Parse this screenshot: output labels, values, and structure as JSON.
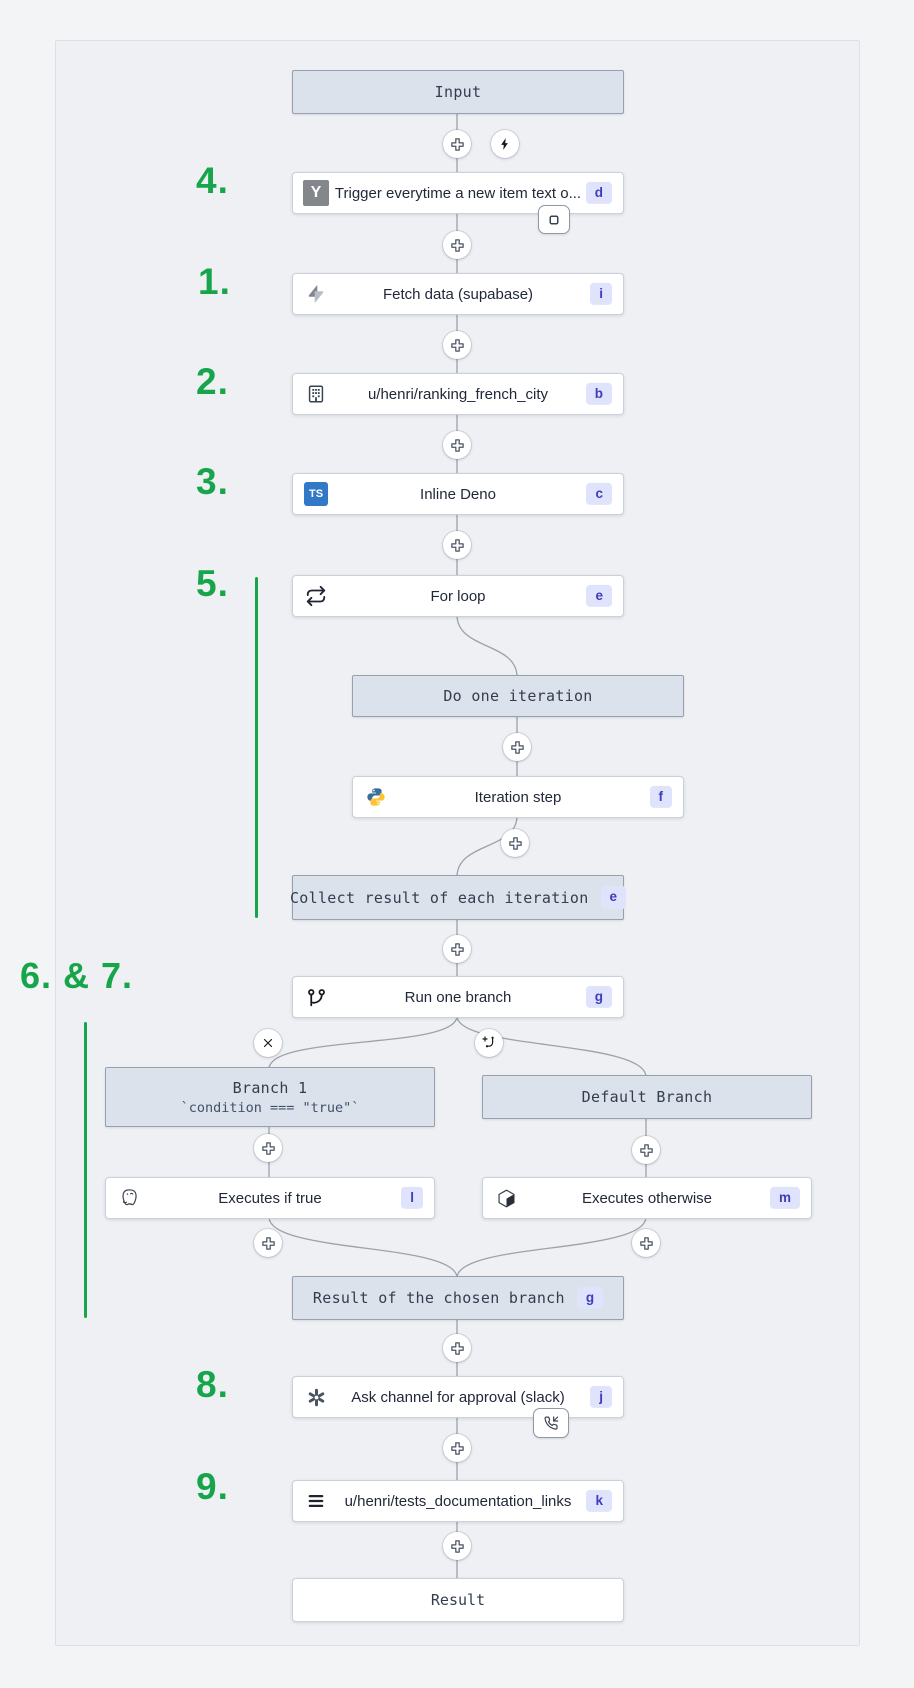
{
  "colors": {
    "annotation_green": "#17a54b",
    "badge_bg": "#dfe4fc",
    "badge_text": "#3f3dbb",
    "virtual_node_bg": "#dbe2ec",
    "white_node_bg": "#ffffff",
    "edge": "#9aa2ac",
    "ts_icon_bg": "#3178c6"
  },
  "icons": [
    "plus-icon",
    "bolt-icon",
    "stop-icon",
    "suspend-phone-icon",
    "close-icon",
    "add-branch-icon",
    "hackernews-icon",
    "supabase-icon",
    "building-icon",
    "typescript-icon",
    "repeat-icon",
    "python-icon",
    "git-branch-icon",
    "postgres-icon",
    "cube-icon",
    "gear-icon",
    "lines-icon"
  ],
  "annotations": {
    "n1": "1.",
    "n2": "2.",
    "n3": "3.",
    "n4": "4.",
    "n5": "5.",
    "n67": "6. & 7.",
    "n8": "8.",
    "n9": "9."
  },
  "nodes": {
    "input": {
      "label": "Input"
    },
    "trigger": {
      "label": "Trigger everytime a new item text o...",
      "badge": "d",
      "icon_text": "Y"
    },
    "fetch_data": {
      "label": "Fetch data (supabase)",
      "badge": "i"
    },
    "ranking_french_city": {
      "label": "u/henri/ranking_french_city",
      "badge": "b"
    },
    "inline_deno": {
      "label": "Inline Deno",
      "badge": "c",
      "icon_text": "TS"
    },
    "for_loop": {
      "label": "For loop",
      "badge": "e"
    },
    "do_one_iteration": {
      "label": "Do one iteration"
    },
    "iteration_step": {
      "label": "Iteration step",
      "badge": "f"
    },
    "collect_result": {
      "label": "Collect result of each iteration",
      "badge": "e"
    },
    "run_one_branch": {
      "label": "Run one branch",
      "badge": "g"
    },
    "branch_1": {
      "label": "Branch 1",
      "sublabel": "`condition === \"true\"`"
    },
    "default_branch": {
      "label": "Default Branch"
    },
    "executes_if_true": {
      "label": "Executes if true",
      "badge": "l"
    },
    "executes_otherwise": {
      "label": "Executes otherwise",
      "badge": "m"
    },
    "result_chosen_branch": {
      "label": "Result of the chosen branch",
      "badge": "g"
    },
    "ask_channel_approval": {
      "label": "Ask channel for approval (slack)",
      "badge": "j"
    },
    "tests_documentation_links": {
      "label": "u/henri/tests_documentation_links",
      "badge": "k"
    },
    "result": {
      "label": "Result"
    }
  }
}
